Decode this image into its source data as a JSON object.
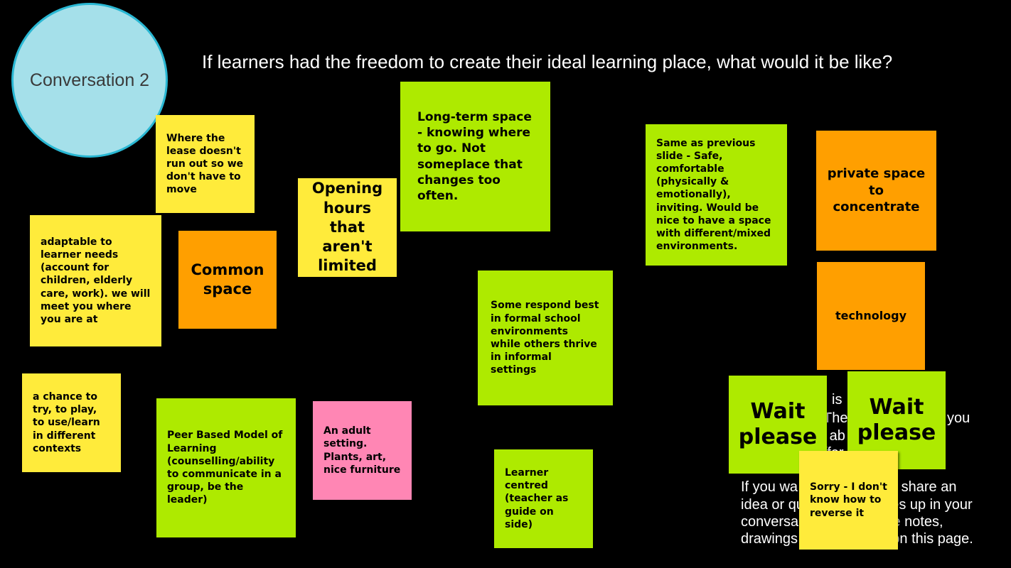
{
  "board": {
    "circle_label": "Conversation 2",
    "question": "If learners had the freedom to create their ideal learning place, what would it be like?"
  },
  "colors": {
    "background": "#000000",
    "circle_fill": "#a5e0ea",
    "circle_border": "#29b7d3",
    "note_yellow": "#ffeb3b",
    "note_green": "#aeea00",
    "note_orange": "#ff9f00",
    "note_pink": "#ff86b4"
  },
  "notes": {
    "lease": "Where the lease doesn't run out so we don't have to move",
    "adaptable": "adaptable to learner needs (account for children, elderly care, work). we will meet you where you are at",
    "common_space": "Common space",
    "opening_hours": "Opening hours that aren't limited",
    "long_term": "Long-term space - knowing where to go. Not someplace that changes too often.",
    "same_as_previous": "Same as previous slide - Safe, comfortable (physically & emotionally), inviting. Would be nice to have a space with different/mixed environments.",
    "private_space": "private space to concentrate",
    "technology": "technology",
    "formal_informal": "Some respond best in formal school environments while others thrive in informal settings",
    "chance_to_try": "a chance to try, to play, to use/learn in different contexts",
    "peer_based": "Peer Based Model of Learning (counselling/ability to communicate in a group, be the leader)",
    "adult_setting": "An adult setting. Plants, art, nice furniture",
    "learner_centred": "Learner centred (teacher as guide on side)",
    "wait_please_1": "Wait please",
    "wait_please_2": "Wait please",
    "sorry": "Sorry - I don't know how to reverse it"
  },
  "partially_visible_text": {
    "frag_is": "is",
    "frag_the": "The",
    "frag_you": "you",
    "frag_ab": "g ab",
    "frag_ffer": "ffer",
    "line_1": "If you wa                    t or share an",
    "line_2": "idea or qu                   mes up in your",
    "line_3": "conversa                    ake notes,",
    "line_4": "drawings                     s on this page."
  }
}
